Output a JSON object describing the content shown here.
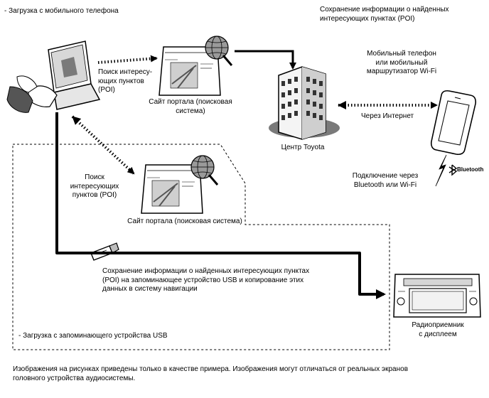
{
  "top_left_caption": "- Загрузка с мобильного телефона",
  "save_info_top": [
    "Сохранение информации о найденных",
    "интересующих пунктах (POI)"
  ],
  "mobile_device_label": [
    "Мобильный телефон",
    "или мобильный",
    "маршрутизатор Wi-Fi"
  ],
  "poi_search_top": [
    "Поиск интересу-",
    "ющих пунктов",
    "(POI)"
  ],
  "portal_site_top": [
    "Сайт портала (поисковая",
    "система)"
  ],
  "via_internet": "Через Интернет",
  "toyota_center": "Центр Toyota",
  "poi_search_middle": [
    "Поиск",
    "интересующих",
    "пунктов (POI)"
  ],
  "bt_connection": [
    "Подключение через",
    "Bluetooth или Wi-Fi"
  ],
  "bluetooth_logo": "Bluetooth",
  "portal_site_middle": "Сайт портала (поисковая система)",
  "usb_save_info": [
    "Сохранение информации о найденных интересующих пунктах",
    "(POI) на запоминающее устройство USB и копирование этих",
    "данных в систему навигации"
  ],
  "radio_label": [
    "Радиоприемник",
    "с дисплеем"
  ],
  "usb_caption": "- Загрузка с запоминающего устройства USB",
  "footnote": [
    "Изображения на рисунках приведены только в качестве примера. Изображения могут отличаться от реальных экранов",
    "головного устройства аудиосистемы."
  ]
}
